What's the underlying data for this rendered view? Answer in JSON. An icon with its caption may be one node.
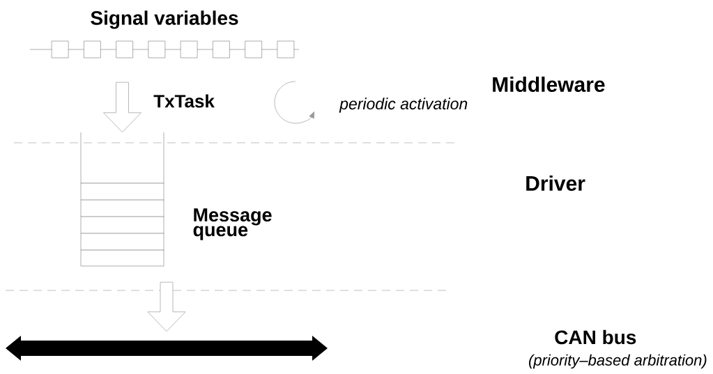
{
  "diagram": {
    "nodes": [
      {
        "text": [
          "Signal variables"
        ]
      },
      {
        "text": [
          "Message queue"
        ]
      },
      {
        "text": [],
        "shape": "bar"
      }
    ],
    "edges": [
      {
        "from": 0,
        "to": 1,
        "arrow": "to"
      },
      {
        "from": 1,
        "to": 2,
        "arrow": "to"
      }
    ],
    "labels": [
      "TxTask",
      "periodic activation",
      "Middleware",
      "Driver",
      "CAN bus",
      "(priority–based arbitration)"
    ]
  }
}
